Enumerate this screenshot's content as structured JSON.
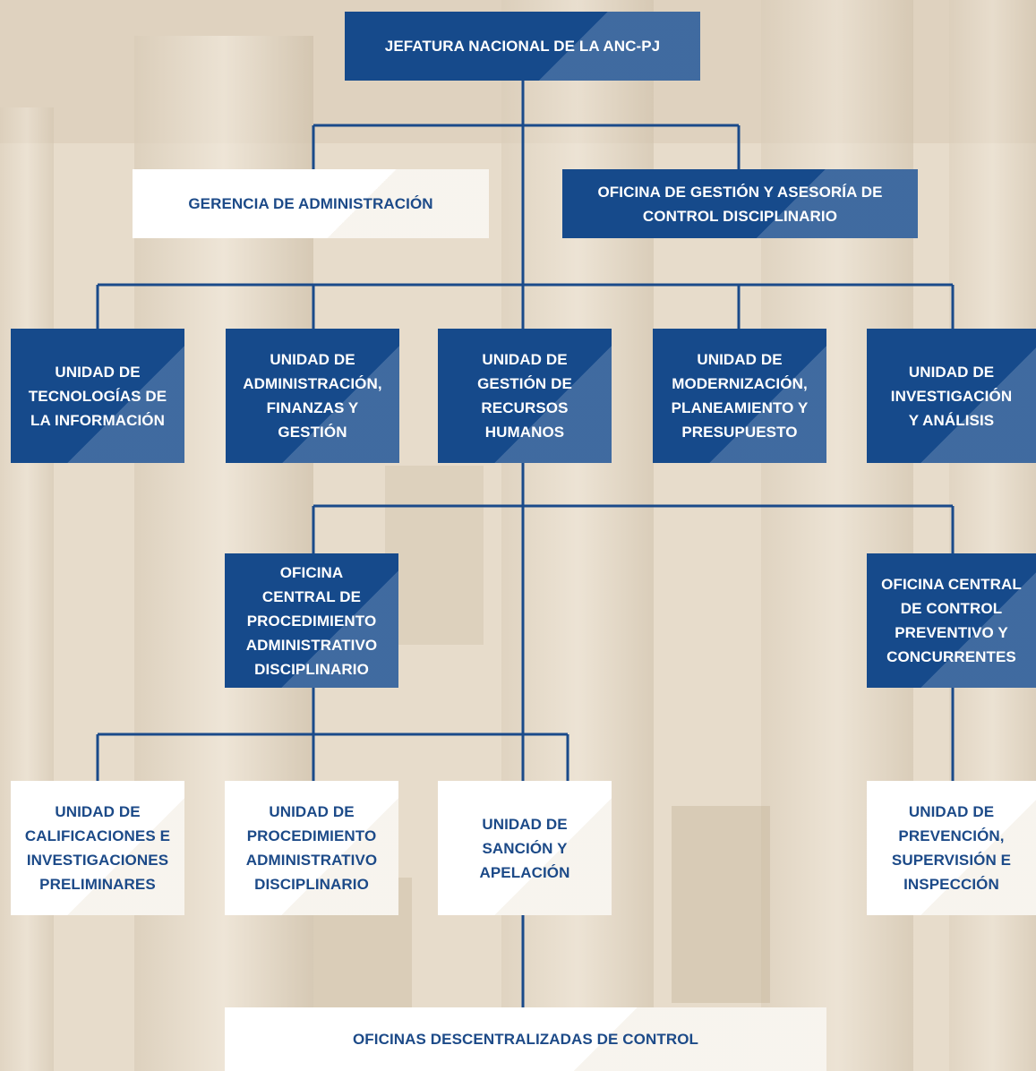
{
  "colors": {
    "dark_box": "#164a8b",
    "light_box": "#ffffff",
    "light_text": "#1c4a88",
    "connector": "#1a4a8a",
    "background": "#e9dfcf"
  },
  "org_chart": {
    "jefatura": "JEFATURA NACIONAL DE LA ANC-PJ",
    "gerencia_administracion": "GERENCIA DE ADMINISTRACIÓN",
    "oficina_gestion_asesoria": "OFICINA DE GESTIÓN Y ASESORÍA DE\nCONTROL DISCIPLINARIO",
    "unidades": [
      "UNIDAD DE\nTECNOLOGÍAS DE\nLA INFORMACIÓN",
      "UNIDAD DE\nADMINISTRACIÓN,\nFINANZAS Y\nGESTIÓN",
      "UNIDAD DE\nGESTIÓN DE\nRECURSOS\nHUMANOS",
      "UNIDAD DE\nMODERNIZACIÓN,\nPLANEAMIENTO Y\nPRESUPUESTO",
      "UNIDAD DE\nINVESTIGACIÓN\nY ANÁLISIS"
    ],
    "oficina_central_pad": "OFICINA\nCENTRAL DE\nPROCEDIMIENTO\nADMINISTRATIVO\nDISCIPLINARIO",
    "oficina_central_control": "OFICINA CENTRAL\nDE CONTROL\nPREVENTIVO Y\nCONCURRENTES",
    "unidades_pad": [
      "UNIDAD DE\nCALIFICACIONES E\nINVESTIGACIONES\nPRELIMINARES",
      "UNIDAD DE\nPROCEDIMIENTO\nADMINISTRATIVO\nDISCIPLINARIO",
      "UNIDAD DE\nSANCIÓN Y\nAPELACIÓN"
    ],
    "unidad_prevencion": "UNIDAD DE\nPREVENCIÓN,\nSUPERVISIÓN E\nINSPECCIÓN",
    "oficinas_descentralizadas": "OFICINAS DESCENTRALIZADAS DE CONTROL"
  }
}
